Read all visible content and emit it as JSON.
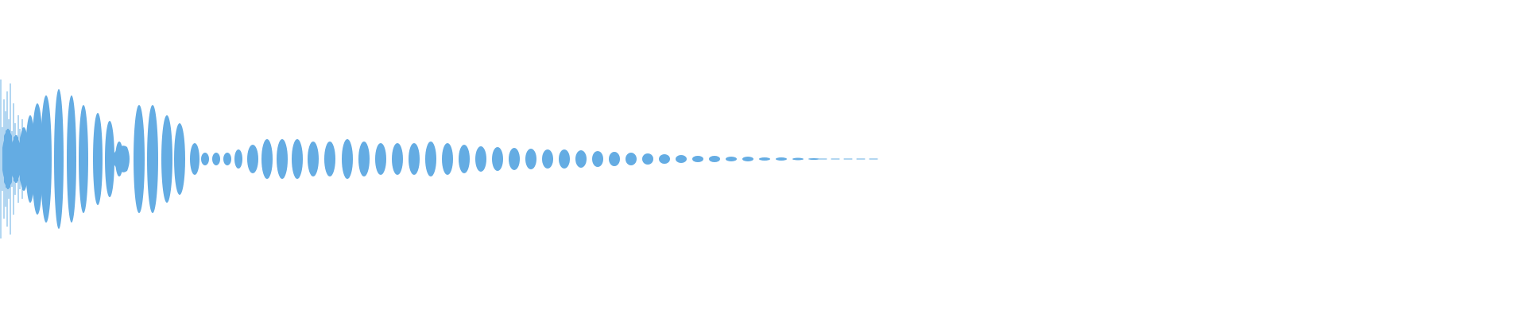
{
  "waveform": {
    "color": "#64ace3",
    "background": "#ffffff",
    "shape": "decaying-pulse-train",
    "relative_envelope": {
      "onset_burst_peak": 1.0,
      "early_lobes_peak": 0.86,
      "mid_lobes_peak": 0.24,
      "late_lobes_peak": 0.03
    }
  }
}
